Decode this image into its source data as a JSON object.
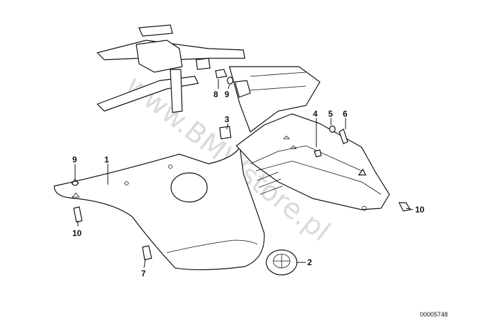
{
  "watermark": "www.BMWstore.pl",
  "diagram_code": "00005748",
  "callouts": {
    "c1": "1",
    "c2": "2",
    "c3": "3",
    "c4": "4",
    "c5": "5",
    "c6": "6",
    "c7": "7",
    "c8": "8",
    "c9a": "9",
    "c9b": "9",
    "c10a": "10",
    "c10b": "10"
  },
  "colors": {
    "line": "#111111",
    "watermark": "#bfbfbf",
    "background": "#ffffff"
  }
}
